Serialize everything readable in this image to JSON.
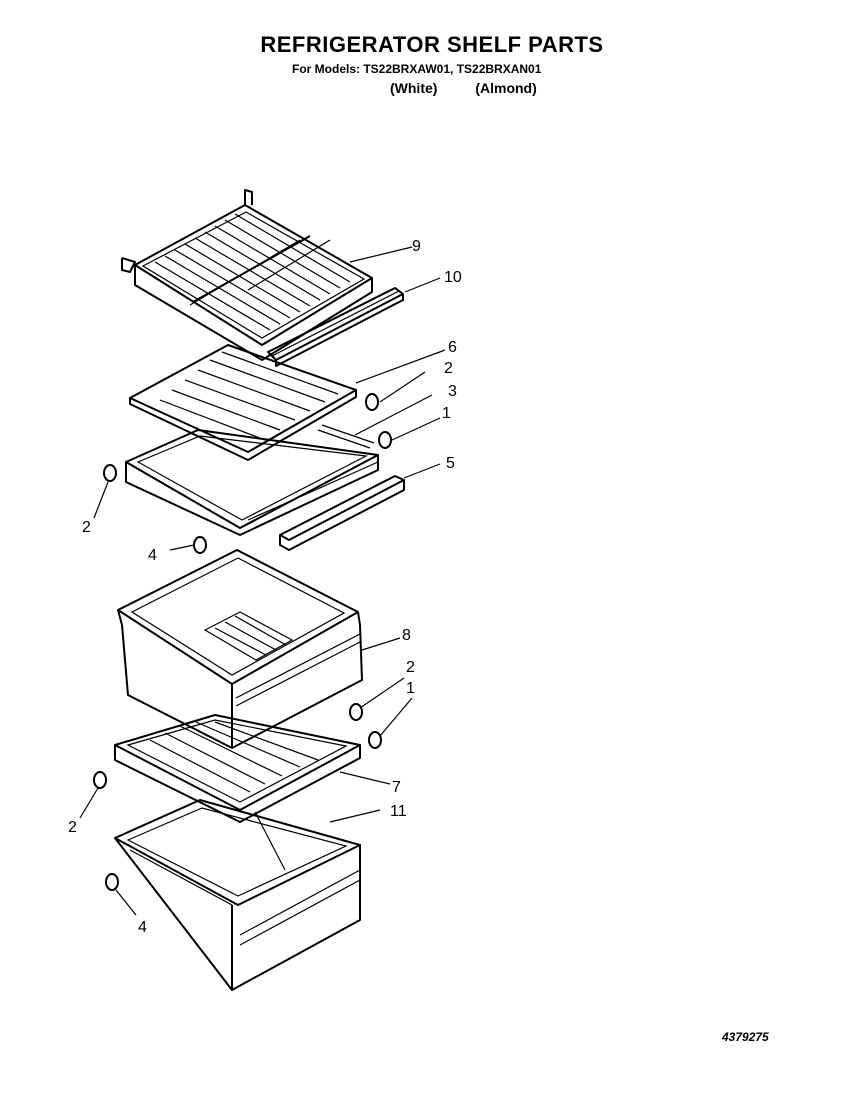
{
  "header": {
    "title": "REFRIGERATOR SHELF PARTS",
    "models_line": "For Models: TS22BRXAW01, TS22BRXAN01",
    "variant_white": "(White)",
    "variant_almond": "(Almond)"
  },
  "callouts": {
    "c9": "9",
    "c10": "10",
    "c6": "6",
    "c2a": "2",
    "c3": "3",
    "c1a": "1",
    "c5": "5",
    "c2b": "2",
    "c4a": "4",
    "c8": "8",
    "c2c": "2",
    "c1b": "1",
    "c7": "7",
    "c2d": "2",
    "c11": "11",
    "c4b": "4"
  },
  "footer": {
    "document_number": "4379275"
  }
}
